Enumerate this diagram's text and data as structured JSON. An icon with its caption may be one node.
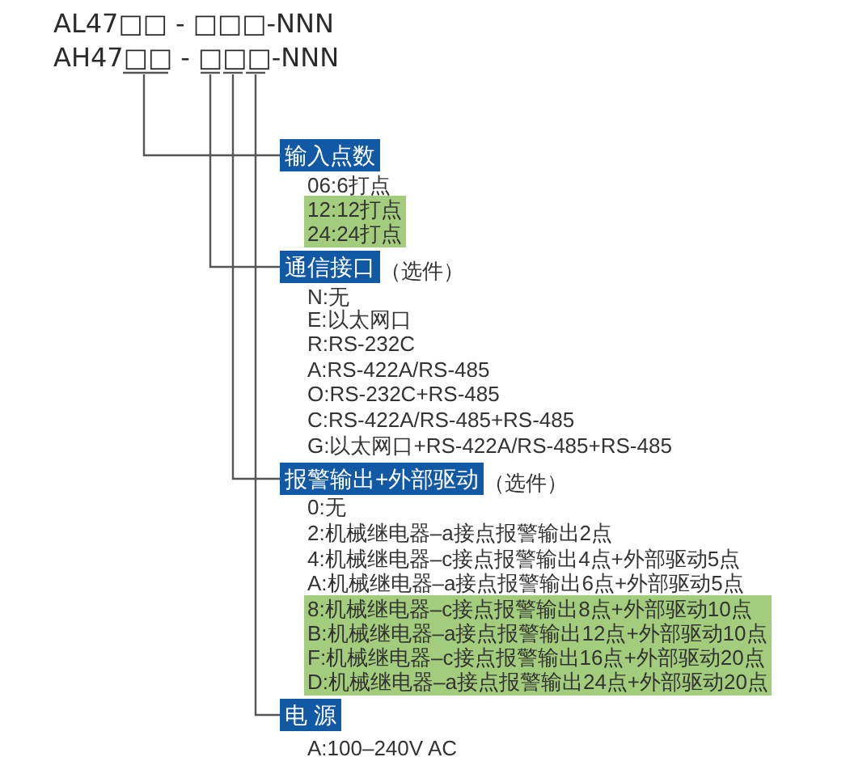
{
  "diagram": {
    "nodes": [
      {
        "text": [
          "AH47□□ - □□□-NNN"
        ]
      },
      {
        "text": [
          "输入点数"
        ]
      },
      {
        "text": [
          "12:12打点",
          "24:24打点"
        ]
      },
      {
        "text": [
          "通信接口"
        ],
        "beside": [
          "（选件）"
        ]
      },
      {
        "text": [
          "报警输出+外部驱动"
        ],
        "beside": [
          "（选件）"
        ]
      },
      {
        "text": [
          "8:机械继电器–c接点报警输出8点+外部驱动10点",
          "B:机械继电器–a接点报警输出12点+外部驱动10点",
          "F:机械继电器–c接点报警输出16点+外部驱动20点",
          "D:机械继电器–a接点报警输出24点+外部驱动20点"
        ]
      },
      {
        "text": [
          "电 源"
        ]
      }
    ],
    "edges": [
      {
        "from": 0,
        "to": 1,
        "arrow": "none"
      },
      {
        "from": 0,
        "to": 3,
        "arrow": "none"
      },
      {
        "from": 0,
        "to": 4,
        "arrow": "none"
      },
      {
        "from": 0,
        "to": 6,
        "arrow": "none"
      }
    ],
    "labels": [
      "AL47□□ - □□□-NNN",
      "06:6打点",
      "N:无",
      "E:以太网口",
      "R:RS-232C",
      "A:RS-422A/RS-485",
      "O:RS-232C+RS-485",
      "C:RS-422A/RS-485+RS-485",
      "G:以太网口+RS-422A/RS-485+RS-485",
      "0:无",
      "2:机械继电器–a接点报警输出2点",
      "4:机械继电器–c接点报警输出4点+外部驱动5点",
      "A:机械继电器–a接点报警输出6点+外部驱动5点",
      "A:100–240V AC"
    ]
  }
}
